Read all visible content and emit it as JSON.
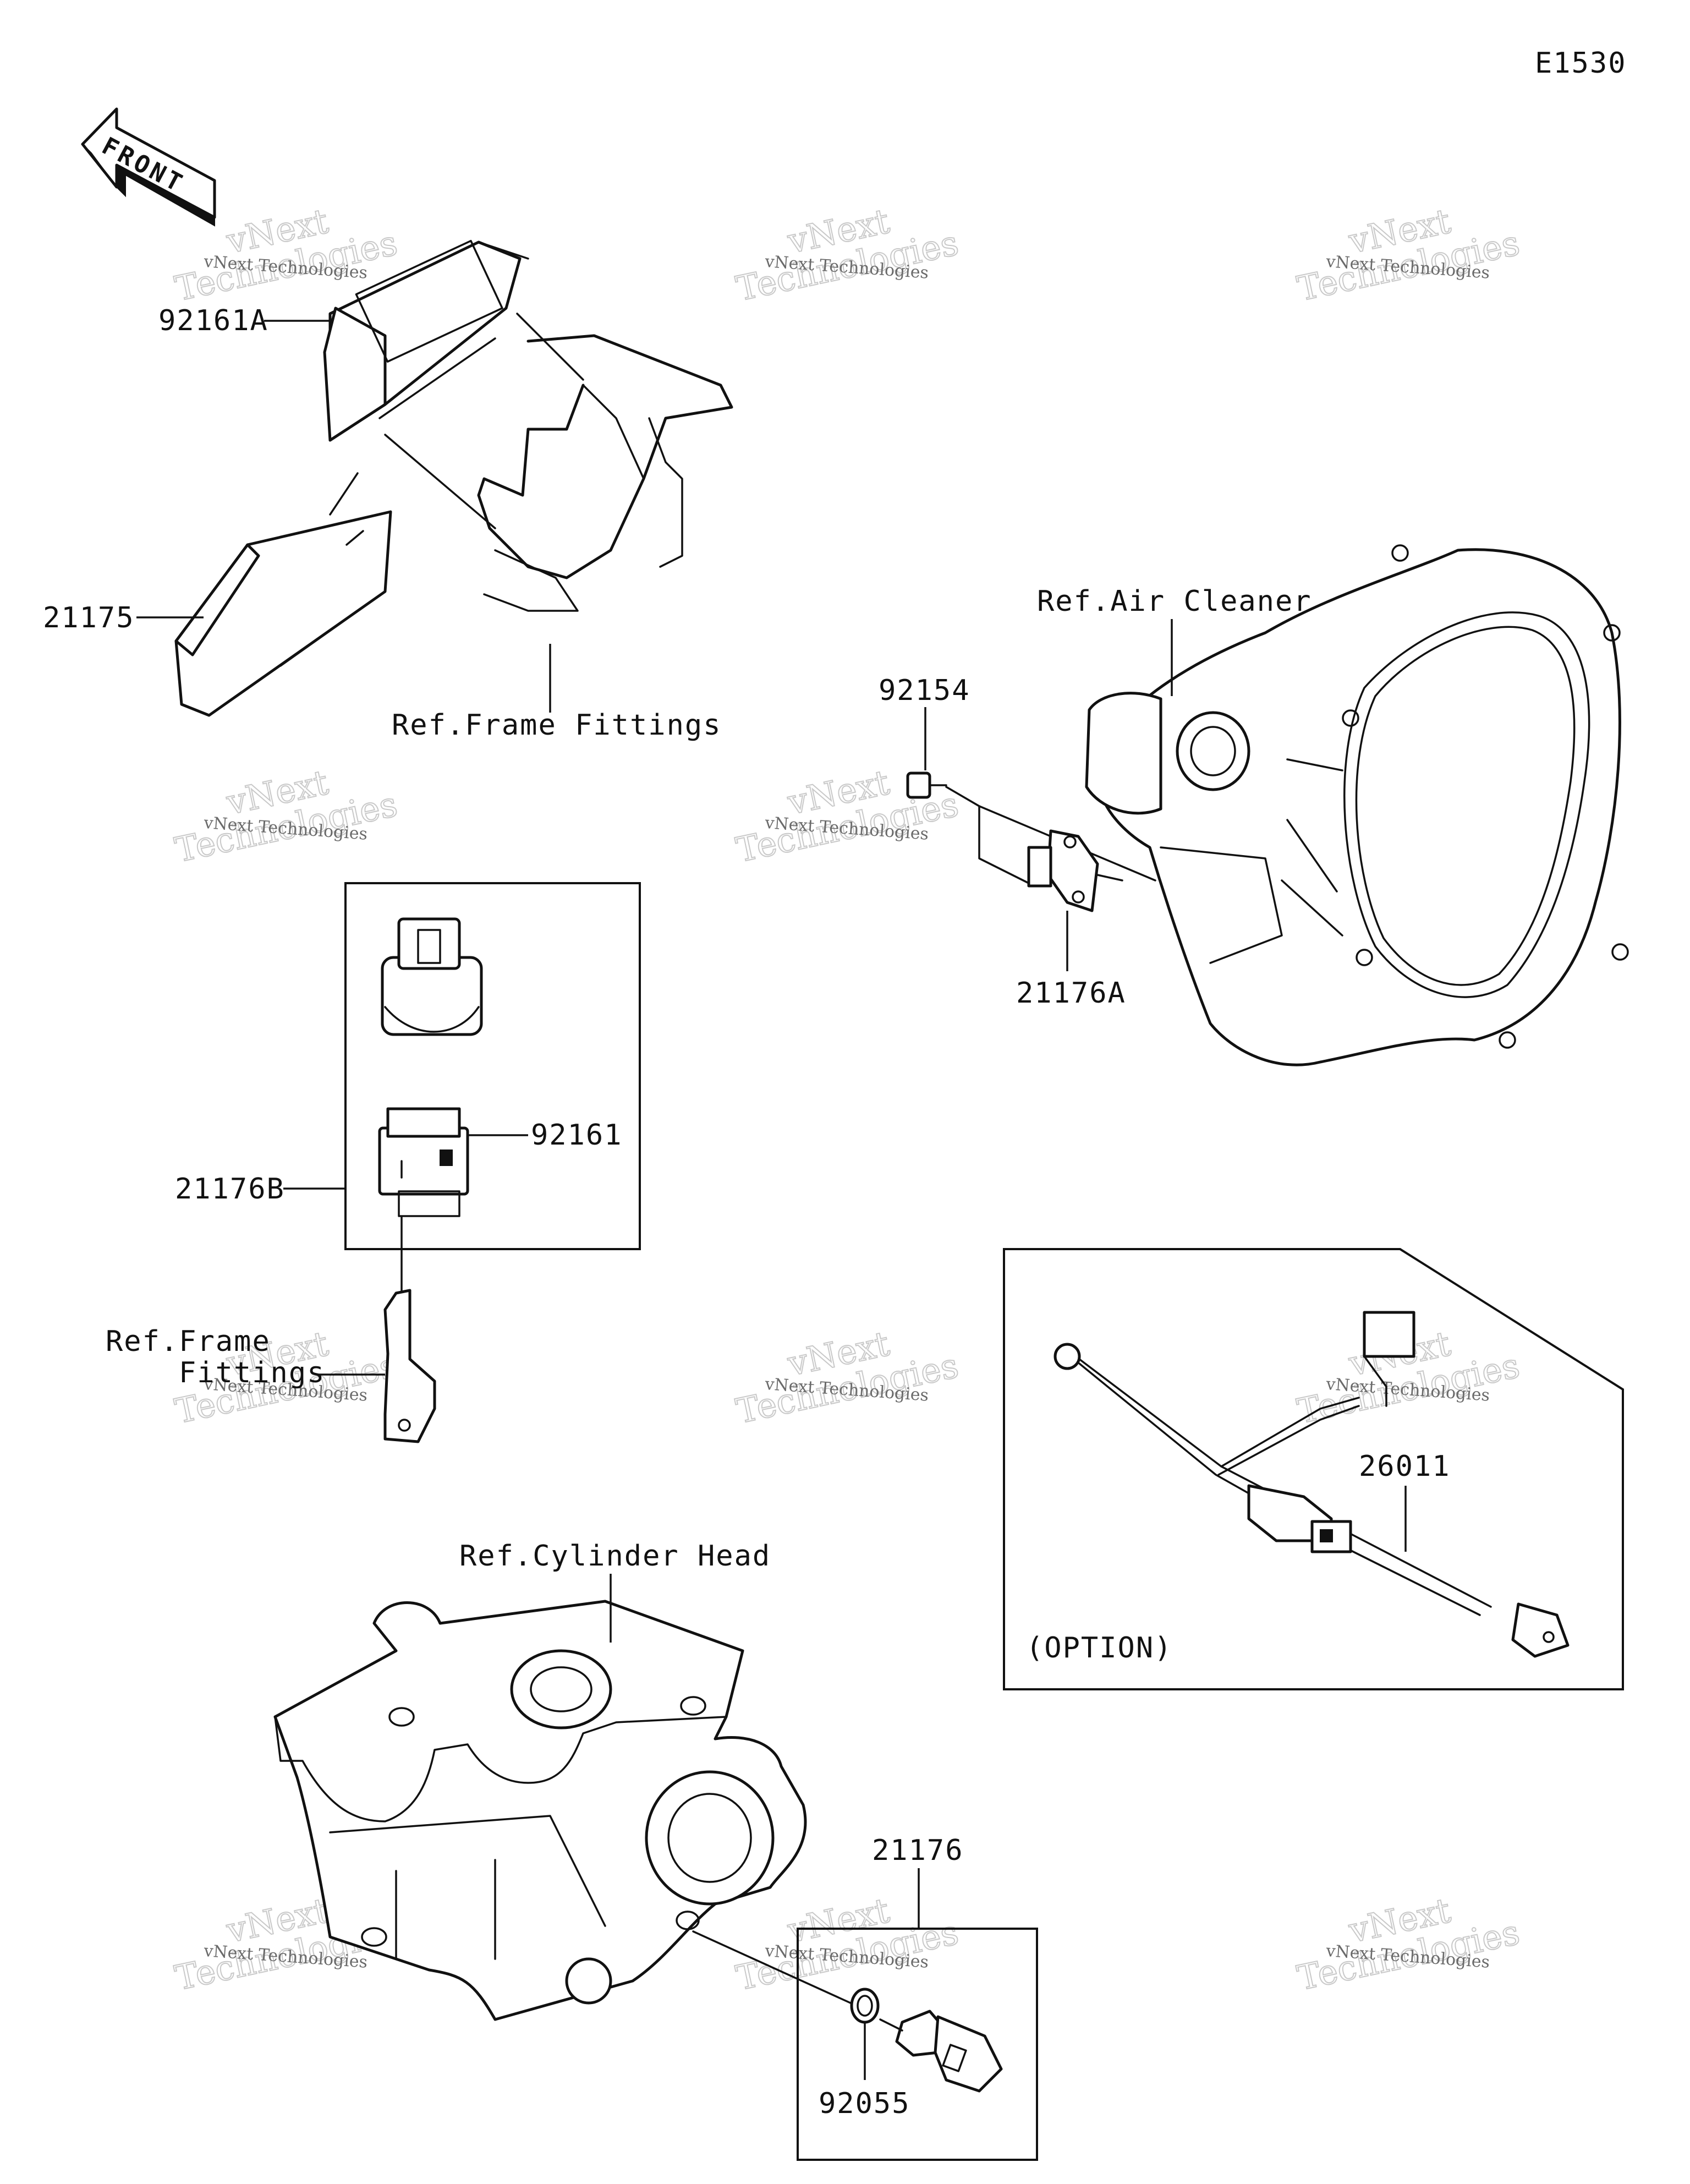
{
  "diagram_code": "E1530",
  "front_marker": "FRONT",
  "watermark": {
    "line1": "vNext",
    "line2": "Technologies",
    "small": "vNext Technologies"
  },
  "labels": {
    "p92161A": "92161A",
    "p21175": "21175",
    "ref_frame_fittings_top": "Ref.Frame Fittings",
    "ref_air_cleaner": "Ref.Air Cleaner",
    "p92154": "92154",
    "p21176A": "21176A",
    "p21176B": "21176B",
    "p92161": "92161",
    "ref_frame_line1": "Ref.Frame",
    "ref_frame_line2": "Fittings",
    "p26011": "26011",
    "option": "(OPTION)",
    "ref_cylinder_head": "Ref.Cylinder Head",
    "p21176": "21176",
    "p92055": "92055"
  }
}
